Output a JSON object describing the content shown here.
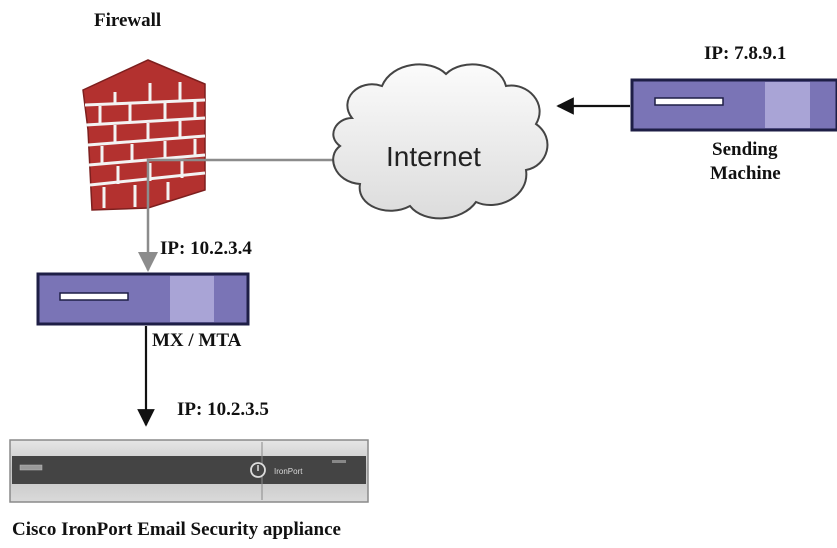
{
  "labels": {
    "firewall": "Firewall",
    "internet": "Internet",
    "sending_ip": "IP: 7.8.9.1",
    "sending_name_line1": "Sending",
    "sending_name_line2": "Machine",
    "mx_ip": "IP: 10.2.3.4",
    "mx_name": "MX / MTA",
    "appliance_ip": "IP: 10.2.3.5",
    "appliance_name": "Cisco IronPort Email Security appliance",
    "appliance_brand": "IronPort"
  },
  "colors": {
    "server_body": "#7a74b6",
    "server_border": "#1e1e46",
    "server_panel": "#a9a4d6",
    "brick": "#b3312f",
    "mortar": "#f3f3f3",
    "cloud_fill": "#f2f2f2",
    "cloud_stroke": "#444444",
    "link_gray": "#8c8c8c",
    "link_black": "#111111",
    "appliance_body": "#c9c9c9",
    "appliance_dark": "#444444"
  },
  "icons": {
    "firewall": "brick-wall-icon",
    "internet": "cloud-icon",
    "server": "server-rack-icon",
    "appliance": "appliance-chassis-icon"
  }
}
